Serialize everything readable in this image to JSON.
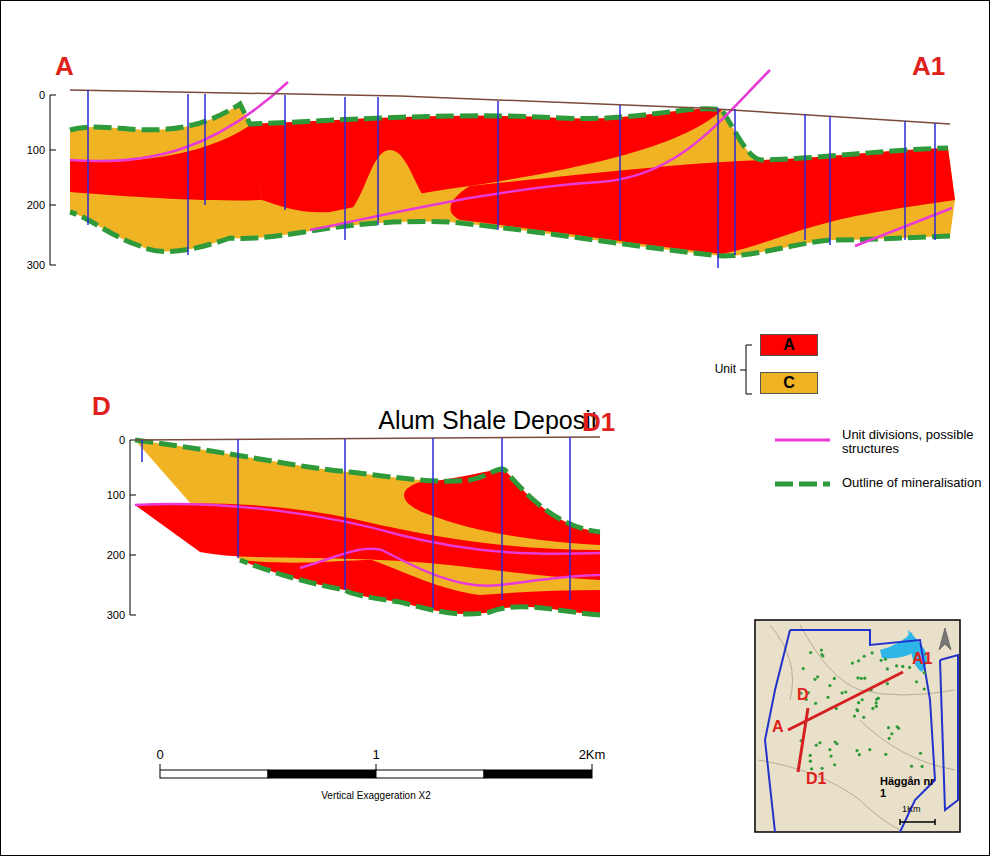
{
  "diagram": {
    "title": "Alum Shale Deposit",
    "labels": [
      "A",
      "A1",
      "0",
      "100",
      "200",
      "300",
      "D",
      "D1",
      "0",
      "100",
      "200",
      "300",
      "Unit",
      "0",
      "1",
      "2Km",
      "Vertical Exaggeration X2",
      "A1",
      "D",
      "A",
      "D1",
      "Häggån nr 1",
      "1Km"
    ],
    "legend": [
      {
        "text": "A",
        "color": "#ff0000"
      },
      {
        "text": "C",
        "color": "#f0b323"
      },
      {
        "text": "Unit divisions, possible structures"
      },
      {
        "text": "Outline of mineralisation"
      }
    ]
  }
}
